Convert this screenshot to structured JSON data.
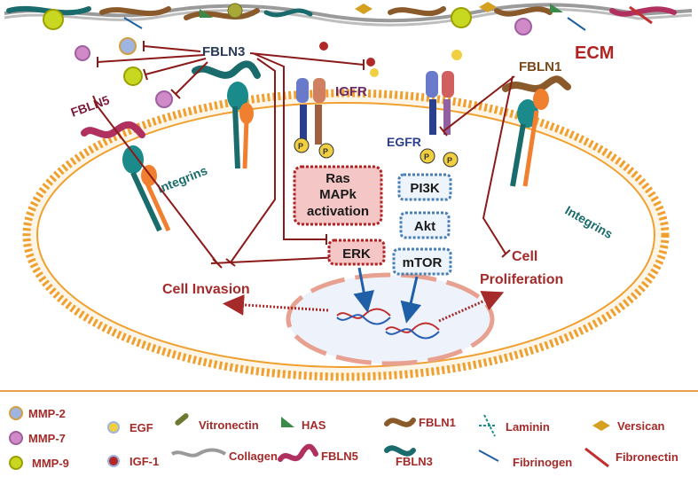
{
  "labels": {
    "ecm": "ECM",
    "fbln3": "FBLN3",
    "fbln1": "FBLN1",
    "fbln5": "FBLN5",
    "igfr": "IGFR",
    "egfr": "EGFR",
    "integrins_left": "Integrins",
    "integrins_right": "Integrins",
    "ras": [
      "Ras",
      "MAPk",
      "activation"
    ],
    "pi3k": "PI3K",
    "akt": "Akt",
    "mtor": "mTOR",
    "erk": "ERK",
    "cell_invasion": "Cell Invasion",
    "cell": "Cell",
    "proliferation": "Proliferation",
    "phospho": "P"
  },
  "legend": [
    {
      "label": "MMP-2",
      "icon": "mmp2-icon"
    },
    {
      "label": "MMP-7",
      "icon": "mmp7-icon"
    },
    {
      "label": "MMP-9",
      "icon": "mmp9-icon"
    },
    {
      "label": "EGF",
      "icon": "egf-icon"
    },
    {
      "label": "IGF-1",
      "icon": "igf1-icon"
    },
    {
      "label": "Vitronectin",
      "icon": "vitronectin-icon"
    },
    {
      "label": "Collagen",
      "icon": "collagen-icon"
    },
    {
      "label": "HAS",
      "icon": "has-icon"
    },
    {
      "label": "FBLN5",
      "icon": "fbln5-icon"
    },
    {
      "label": "FBLN1",
      "icon": "fbln1-icon"
    },
    {
      "label": "FBLN3",
      "icon": "fbln3-icon"
    },
    {
      "label": "Laminin",
      "icon": "laminin-icon"
    },
    {
      "label": "Fibrinogen",
      "icon": "fibrinogen-icon"
    },
    {
      "label": "Versican",
      "icon": "versican-icon"
    },
    {
      "label": "Fibronectin",
      "icon": "fibronectin-icon"
    }
  ],
  "colors": {
    "inhibition": "#8b1a1a",
    "membrane": "#f0a030",
    "ras_box": "#f4c6c6",
    "ras_border": "#b22222",
    "pi3k_border": "#4a7fb5",
    "arrow_blue": "#1f5fa8",
    "label_red": "#a52a2a",
    "ecm_red": "#b22222",
    "integrin_teal": "#1a6b6b",
    "receptor_blue": "#2b3f8f",
    "divider": "#e8a050"
  }
}
